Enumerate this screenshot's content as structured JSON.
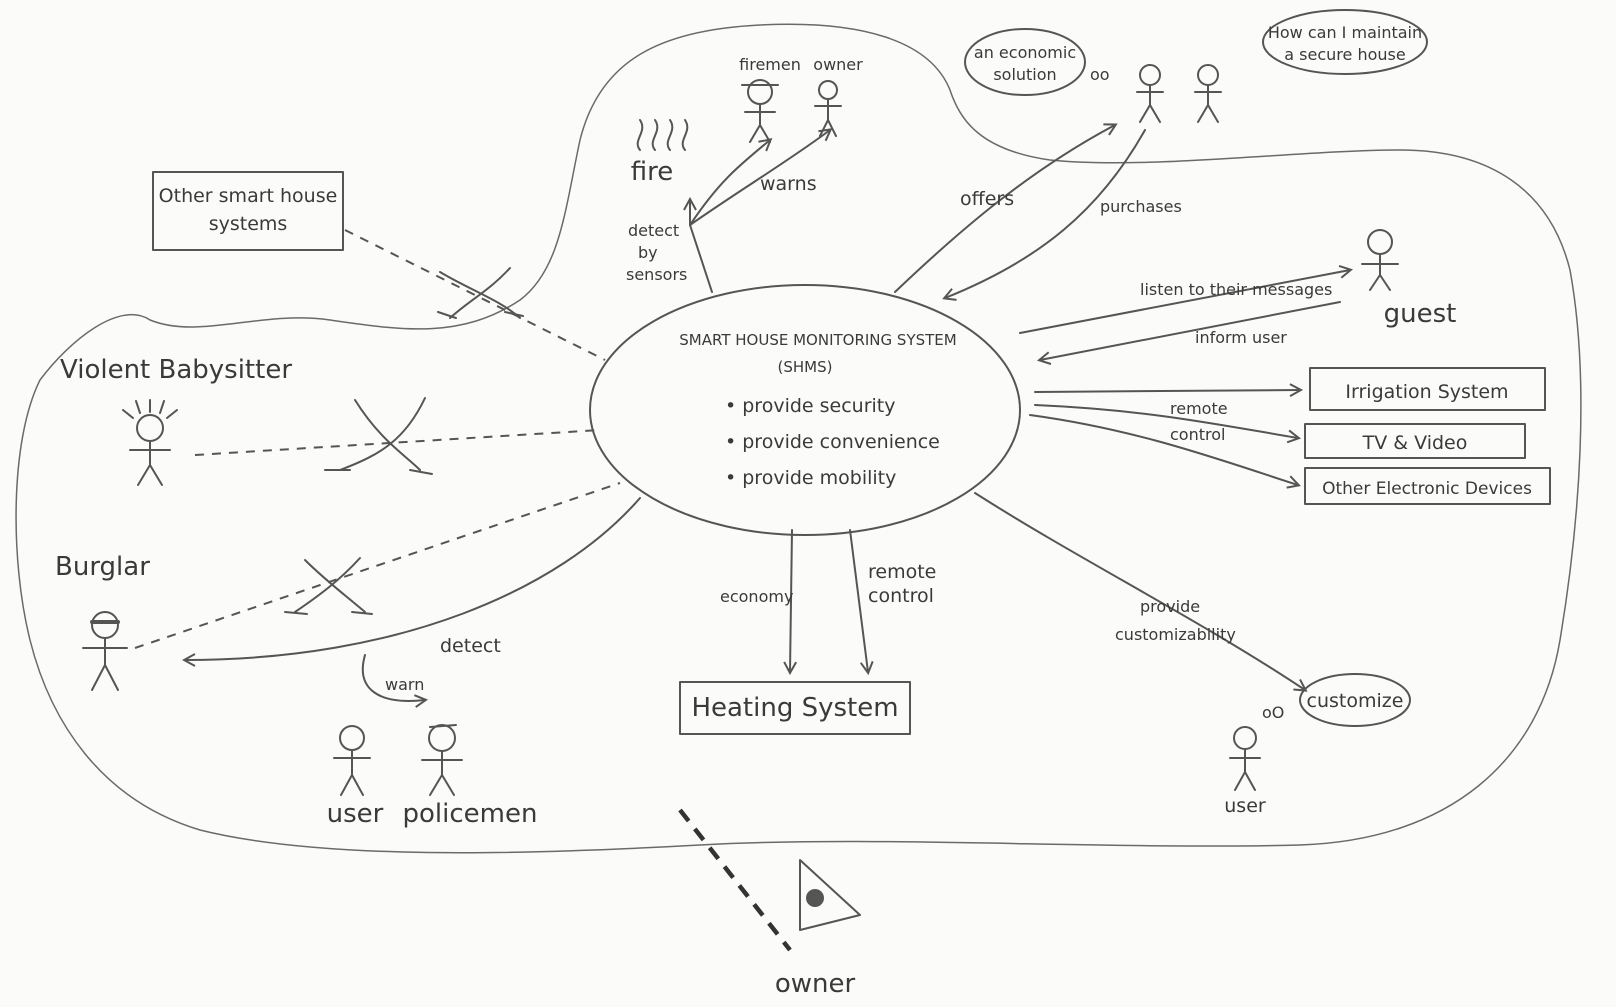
{
  "system": {
    "title": "SMART HOUSE MONITORING SYSTEM",
    "abbr": "(SHMS)",
    "goals": [
      "• provide security",
      "• provide convenience",
      "• provide mobility"
    ]
  },
  "boxes": {
    "other_systems_line1": "Other smart house",
    "other_systems_line2": "systems",
    "irrigation": "Irrigation System",
    "tv": "TV & Video",
    "other_devices": "Other Electronic Devices",
    "heating": "Heating System"
  },
  "actors": {
    "babysitter": "Violent Babysitter",
    "burglar": "Burglar",
    "firemen": "firemen",
    "owner_top": "owner",
    "guest": "guest",
    "user_bottom": "user",
    "policemen": "policemen",
    "user_right": "user",
    "owner_bottom": "owner",
    "fire": "fire"
  },
  "bubbles": {
    "economic_line1": "an economic",
    "economic_line2": "solution",
    "secure_line1": "How can I maintain",
    "secure_line2": "a secure house",
    "customize": "customize"
  },
  "relations": {
    "detect_by_sensors_1": "detect",
    "detect_by_sensors_2": "by",
    "detect_by_sensors_3": "sensors",
    "warns": "warns",
    "offers": "offers",
    "purchases": "purchases",
    "listen": "listen to their messages",
    "inform": "inform user",
    "remote_control_right_1": "remote",
    "remote_control_right_2": "control",
    "economy": "economy",
    "remote_control_down_1": "remote",
    "remote_control_down_2": "control",
    "provide_custom_1": "provide",
    "provide_custom_2": "customizability",
    "detect": "detect",
    "warn": "warn"
  }
}
